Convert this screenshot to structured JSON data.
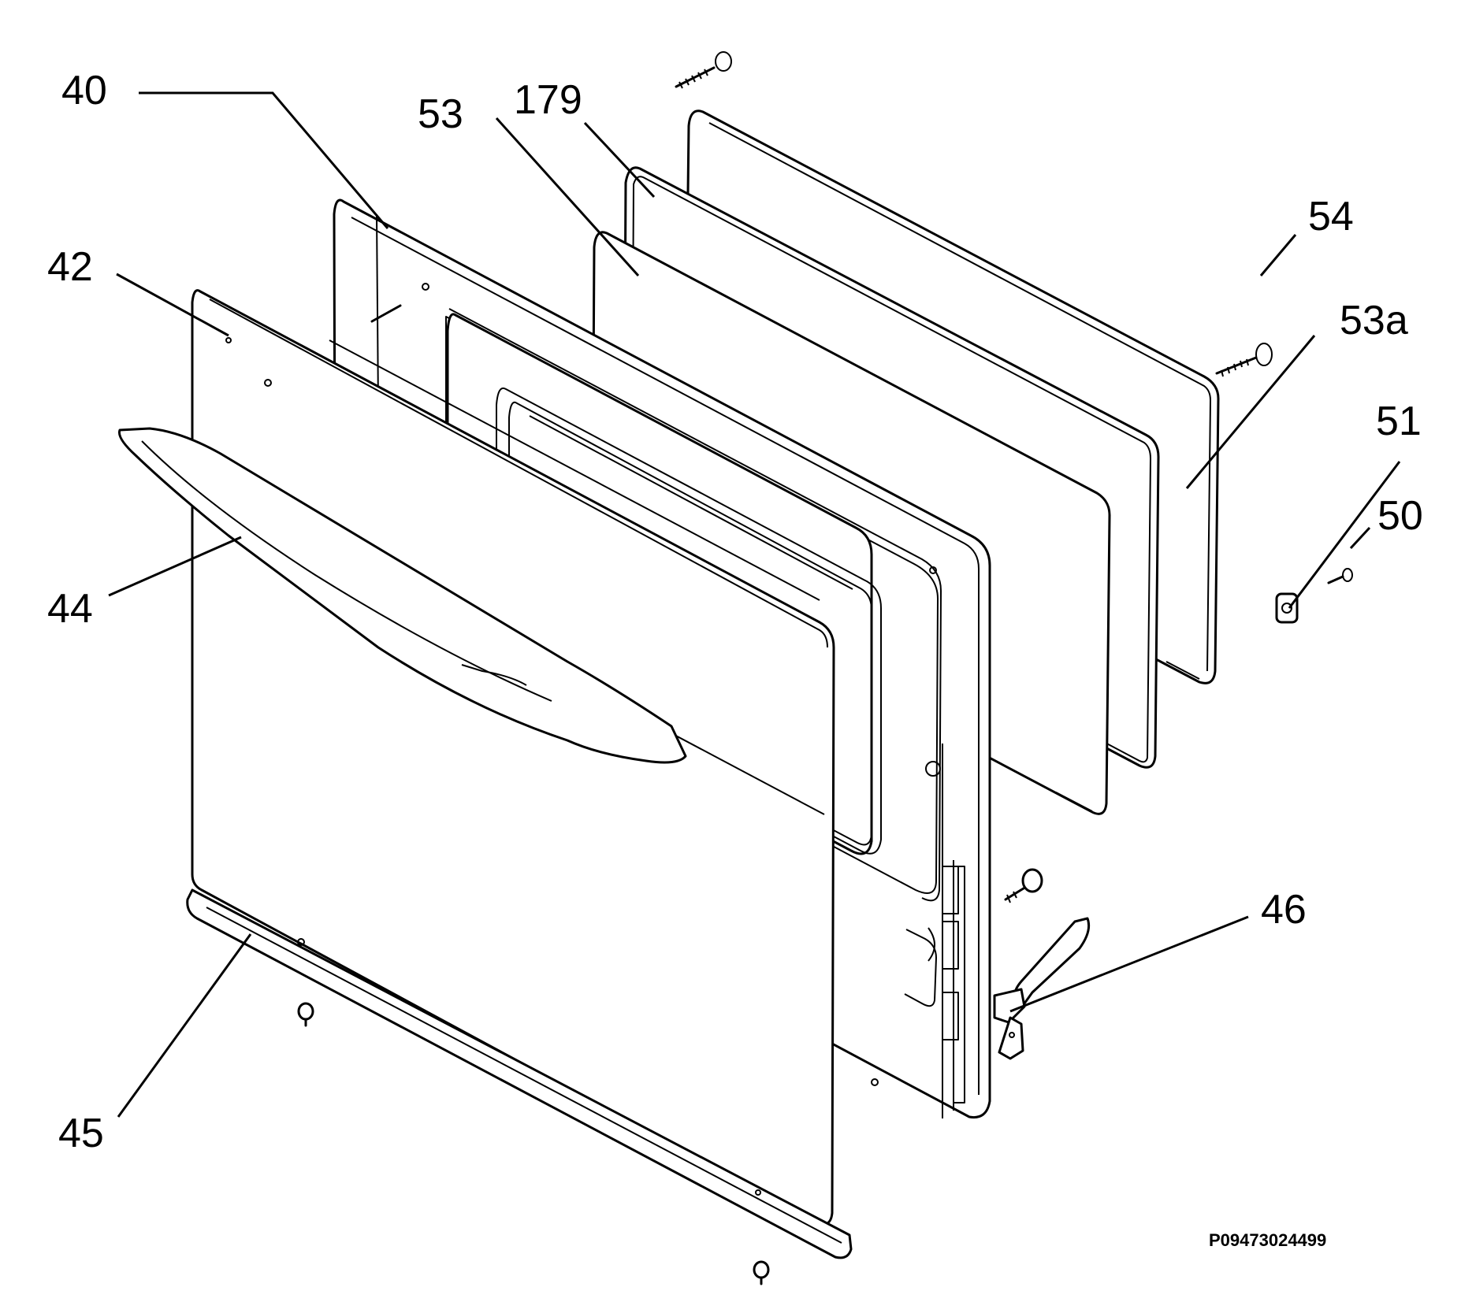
{
  "diagram": {
    "callouts": [
      {
        "id": "40",
        "label": "40"
      },
      {
        "id": "53",
        "label": "53"
      },
      {
        "id": "179",
        "label": "179"
      },
      {
        "id": "42",
        "label": "42"
      },
      {
        "id": "54",
        "label": "54"
      },
      {
        "id": "53a",
        "label": "53a"
      },
      {
        "id": "51",
        "label": "51"
      },
      {
        "id": "50",
        "label": "50"
      },
      {
        "id": "44",
        "label": "44"
      },
      {
        "id": "46",
        "label": "46"
      },
      {
        "id": "45",
        "label": "45"
      }
    ],
    "reference_code": "P09473024499"
  }
}
